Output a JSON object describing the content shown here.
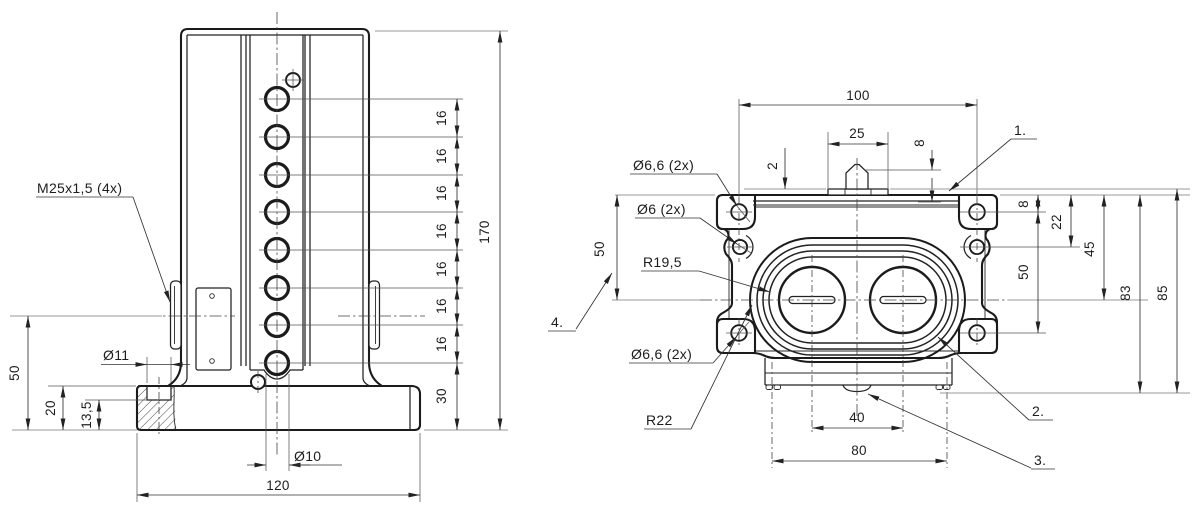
{
  "colors": {
    "line": "#1b1b1b",
    "dim": "#333333",
    "ext_gray": "#9a9a9a",
    "background": "#ffffff"
  },
  "front_view": {
    "labels": {
      "thread": "M25x1,5 (4x)",
      "counterbore": "Ø11",
      "base_hole": "Ø10"
    },
    "dims": {
      "total_height": "170",
      "hole_pitch": "16",
      "bottom_offset": "30",
      "boss_center": "50",
      "base_height": "20",
      "counterbore_depth": "13,5",
      "base_width": "120"
    }
  },
  "top_view": {
    "labels": {
      "hole_top": "Ø6,6 (2x)",
      "hole_small": "Ø6 (2x)",
      "radius_inner": "R19,5",
      "hole_bottom": "Ø6,6 (2x)",
      "radius_outer": "R22"
    },
    "dims": {
      "hole_span": "100",
      "nut_width": "25",
      "nut_height": "8",
      "lip": "2",
      "edge_to_hole": "8",
      "edge_to_small_hole": "22",
      "edge_to_center": "45",
      "hole_pitch_y": "50",
      "left_edge_to_center": "50",
      "body_depth": "83",
      "total_depth": "85",
      "bore_spacing": "40",
      "foot_spacing": "80"
    },
    "callouts": {
      "c1": "1.",
      "c2": "2.",
      "c3": "3.",
      "c4": "4."
    }
  }
}
